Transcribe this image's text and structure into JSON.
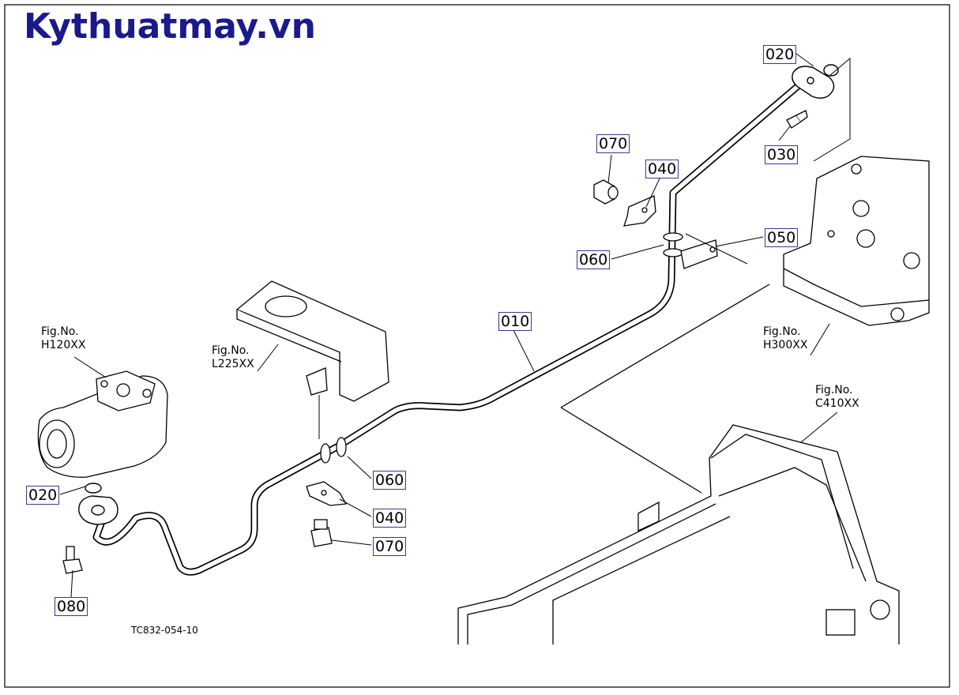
{
  "watermark": "Kythuatmay.vn",
  "drawing_code": "TC832-054-10",
  "parts": [
    {
      "id": "p020a",
      "label": "020"
    },
    {
      "id": "p030",
      "label": "030"
    },
    {
      "id": "p070a",
      "label": "070"
    },
    {
      "id": "p040a",
      "label": "040"
    },
    {
      "id": "p050",
      "label": "050"
    },
    {
      "id": "p060a",
      "label": "060"
    },
    {
      "id": "p010",
      "label": "010"
    },
    {
      "id": "p020b",
      "label": "020"
    },
    {
      "id": "p060b",
      "label": "060"
    },
    {
      "id": "p040b",
      "label": "040"
    },
    {
      "id": "p070b",
      "label": "070"
    },
    {
      "id": "p080",
      "label": "080"
    }
  ],
  "figures": [
    {
      "id": "h120",
      "title": "Fig.No.",
      "code": "H120XX"
    },
    {
      "id": "l225",
      "title": "Fig.No.",
      "code": "L225XX"
    },
    {
      "id": "h300",
      "title": "Fig.No.",
      "code": "H300XX"
    },
    {
      "id": "c410",
      "title": "Fig.No.",
      "code": "C410XX"
    }
  ]
}
